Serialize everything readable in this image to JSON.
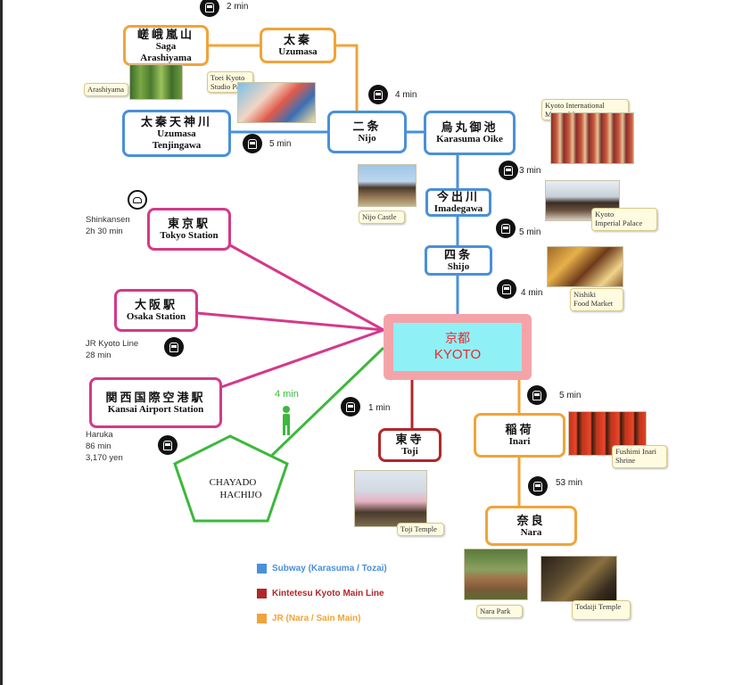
{
  "stations": {
    "saga": {
      "jp": "嵯峨嵐山",
      "en1": "Saga",
      "en2": "Arashiyama"
    },
    "uzumasa": {
      "jp": "太秦",
      "en1": "Uzumasa"
    },
    "uzumasa_tenjingawa": {
      "jp": "太秦天神川",
      "en1": "Uzumasa",
      "en2": "Tenjingawa"
    },
    "nijo": {
      "jp": "二条",
      "en1": "Nijo"
    },
    "karasuma_oike": {
      "jp": "烏丸御池",
      "en1": "Karasuma Oike"
    },
    "imadegawa": {
      "jp": "今出川",
      "en1": "Imadegawa"
    },
    "shijo": {
      "jp": "四条",
      "en1": "Shijo"
    },
    "kyoto": {
      "jp": "京都",
      "en1": "KYOTO"
    },
    "tokyo": {
      "jp": "東京駅",
      "en1": "Tokyo Station"
    },
    "osaka": {
      "jp": "大阪駅",
      "en1": "Osaka Station"
    },
    "kansai": {
      "jp": "関西国際空港駅",
      "en1": "Kansai Airport Station"
    },
    "toji": {
      "jp": "東寺",
      "en1": "Toji"
    },
    "inari": {
      "jp": "稲荷",
      "en1": "Inari"
    },
    "nara": {
      "jp": "奈良",
      "en1": "Nara"
    },
    "chayado": {
      "line1": "CHAYADO",
      "line2": "HACHIJO"
    }
  },
  "times": {
    "top": "2 min",
    "nijo_uzumasa": "4 min",
    "tenjingawa_nijo": "5 min",
    "oike_imadegawa": "3 min",
    "imadegawa_shijo": "5 min",
    "shijo_kyoto": "4 min",
    "walk": "4 min",
    "kyoto_toji": "1 min",
    "kyoto_inari": "5 min",
    "inari_nara": "53 min"
  },
  "side_notes": {
    "shinkansen": "Shinkansen",
    "shinkansen_time": "2h 30 min",
    "jr_kyoto": "JR Kyoto Line",
    "jr_kyoto_time": "28 min",
    "haruka": "Haruka",
    "haruka_time": "86 min",
    "haruka_fare": "3,170 yen"
  },
  "captions": {
    "arashiyama": "Arashiyama",
    "toei1": "Toei Kyoto",
    "toei2": "Studio Park",
    "manga1": "Kyoto International",
    "manga2": "Manga Museum",
    "nijo_castle": "Nijo Castle",
    "palace1": "Kyoto",
    "palace2": "Imperial Palace",
    "nishiki1": "Nishiki",
    "nishiki2": "Food Market",
    "fushimi1": "Fushimi Inari",
    "fushimi2": "Shrine",
    "toji_temple": "Toji Temple",
    "nara_park": "Nara Park",
    "todaiji": "Todaiji Temple"
  },
  "legend": [
    {
      "label": "Subway (Karasuma / Tozai)",
      "color": "#4a90d9"
    },
    {
      "label": "Kintetesu Kyoto Main Line",
      "color": "#b0282b"
    },
    {
      "label": "JR (Nara / Sain Main)",
      "color": "#f0a43a"
    }
  ],
  "colors": {
    "subway": "#4a90d9",
    "kintetsu": "#b0282b",
    "jr": "#f0a43a",
    "external": "#d4398a",
    "walk": "#3cb83c"
  }
}
